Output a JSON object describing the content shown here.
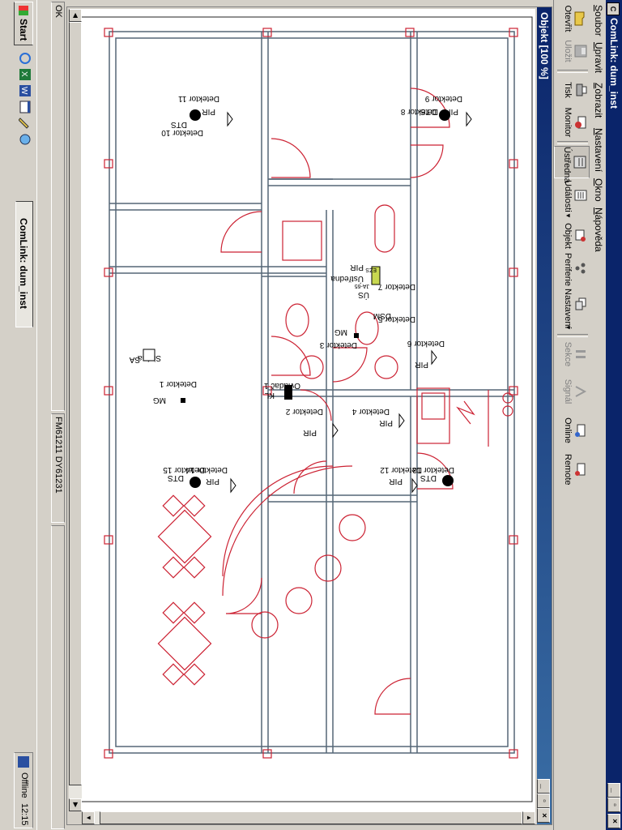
{
  "window": {
    "title": "ComLink: dum_inst",
    "app_icon": "comlink-icon"
  },
  "menu": [
    "Soubor",
    "Upravit",
    "Zobrazit",
    "Nastavení",
    "Okno",
    "Nápověda"
  ],
  "toolbar": {
    "items": [
      {
        "label": "Otevřít",
        "icon": "folder-open-icon",
        "enabled": true
      },
      {
        "label": "Uložit",
        "icon": "save-icon",
        "enabled": false
      },
      {
        "label": "Tisk",
        "icon": "printer-icon",
        "enabled": true
      },
      {
        "label": "Monitor",
        "icon": "monitor-icon",
        "enabled": true
      },
      {
        "label": "Ústředna",
        "icon": "panel-icon",
        "enabled": true,
        "pressed": true
      },
      {
        "label": "Události",
        "icon": "events-icon",
        "enabled": true
      },
      {
        "label": "Objekt",
        "icon": "object-icon",
        "enabled": true
      },
      {
        "label": "Periferie",
        "icon": "peripherals-icon",
        "enabled": true
      },
      {
        "label": "Nastavení",
        "icon": "settings-icon",
        "enabled": true
      },
      {
        "label": "Sekce",
        "icon": "sections-icon",
        "enabled": false
      },
      {
        "label": "Signál",
        "icon": "signal-icon",
        "enabled": false
      },
      {
        "label": "Online",
        "icon": "online-icon",
        "enabled": true
      },
      {
        "label": "Remote",
        "icon": "remote-icon",
        "enabled": true
      }
    ]
  },
  "child_window": {
    "title": "Objekt [100 %]"
  },
  "plan": {
    "labels": {
      "d1": "Detektor 1",
      "d2": "Detektor 2",
      "d3": "Detektor 3",
      "d4": "Detektor 4",
      "d5": "Detektor 5",
      "d6": "Detektor 6",
      "d7": "Detektor 7",
      "d8": "Detektor 8",
      "d9": "Detektor 9",
      "d10": "Detektor 10",
      "d11": "Detektor 11",
      "d12": "Detektor 12",
      "d13": "Detektor 13",
      "d14": "Detektor 14",
      "d15": "Detektor 15",
      "pir": "PIR",
      "dts": "DTS",
      "mg": "MG",
      "kl": "KL",
      "ovladac": "Ovladač 1",
      "siren": "Siréna",
      "sa": "SA",
      "ustredna": "Ústředna",
      "us": "ÚS",
      "dsm": "DSM",
      "ezs": "EZS",
      "jablotron": "JA-65"
    }
  },
  "status": {
    "left": "OK",
    "modules": "FM61211  DY61231"
  },
  "taskbar": {
    "start": "Start",
    "quick_launch": [
      "ie-icon",
      "excel-icon",
      "word-icon",
      "window-icon",
      "pencil-icon",
      "network-icon"
    ],
    "task": "ComLink: dum_inst",
    "tray_label": "Offline",
    "clock": "12:15"
  },
  "colors": {
    "title": "#0a246a",
    "plan_line": "#cc2233",
    "wall": "#556677"
  }
}
